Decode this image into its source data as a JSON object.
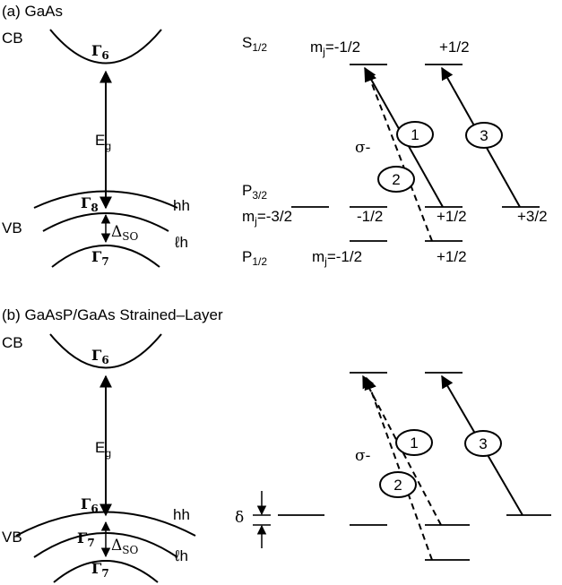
{
  "panel_a": {
    "title": "(a)  GaAs",
    "cb": "CB",
    "vb": "VB",
    "gamma6": "Γ",
    "gamma6_sub": "6",
    "gamma8": "Γ",
    "gamma8_sub": "8",
    "gamma7": "Γ",
    "gamma7_sub": "7",
    "eg": "E",
    "eg_sub": "g",
    "delta_so": "Δ",
    "delta_so_sub": "SO",
    "hh": "hh",
    "lh": "ℓh",
    "s_state": "S",
    "s_state_sub": "1/2",
    "p32_state": "P",
    "p32_state_sub": "3/2",
    "p12_state": "P",
    "p12_state_sub": "1/2",
    "mj_top_prefix": "m",
    "mj_top_sub": "j",
    "mj_top_val": "=-1/2",
    "top_plus": "+1/2",
    "mj_mid_prefix": "m",
    "mj_mid_sub": "j",
    "mj_mid_val": "=-3/2",
    "mid_m12": "-1/2",
    "mid_p12": "+1/2",
    "mid_p32": "+3/2",
    "mj_bot_prefix": "m",
    "mj_bot_sub": "j",
    "mj_bot_val": "=-1/2",
    "bot_p12": "+1/2",
    "sigma": "σ-",
    "circle1": "1",
    "circle2": "2",
    "circle3": "3"
  },
  "panel_b": {
    "title": "(b)  GaAsP/GaAs Strained–Layer",
    "cb": "CB",
    "vb": "VB",
    "gamma6_top": "Γ",
    "gamma6_top_sub": "6",
    "gamma6_vb": "Γ",
    "gamma6_vb_sub": "6",
    "gamma7_mid": "Γ",
    "gamma7_mid_sub": "7",
    "gamma7_bot": "Γ",
    "gamma7_bot_sub": "7",
    "eg": "E",
    "eg_sub": "g",
    "delta_so": "Δ",
    "delta_so_sub": "SO",
    "hh": "hh",
    "lh": "ℓh",
    "delta": "δ",
    "sigma": "σ-",
    "circle1": "1",
    "circle2": "2",
    "circle3": "3"
  }
}
